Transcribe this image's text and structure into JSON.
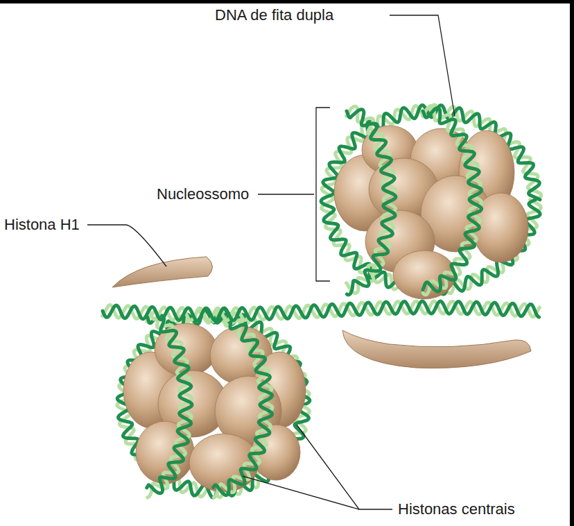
{
  "diagram": {
    "labels": [
      "DNA de fita dupla",
      "Nucleossomo",
      "Histona H1",
      "Histonas centrais"
    ]
  }
}
